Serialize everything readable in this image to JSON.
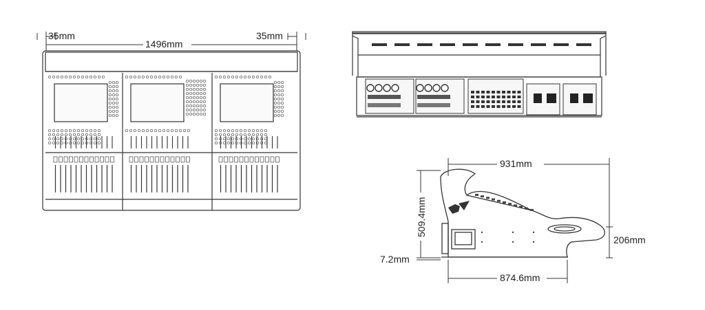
{
  "dimensions": {
    "top_view": {
      "overall_width": "1496mm",
      "left_handle": "35mm",
      "right_handle": "35mm"
    },
    "side_view": {
      "depth": "931mm",
      "base_depth": "874.6mm",
      "height": "509.4mm",
      "rear_height": "206mm",
      "foot_height": "7.2mm"
    }
  },
  "colors": {
    "line": "#333333",
    "panel_fill": "#f4f4f4",
    "dark": "#222222"
  }
}
